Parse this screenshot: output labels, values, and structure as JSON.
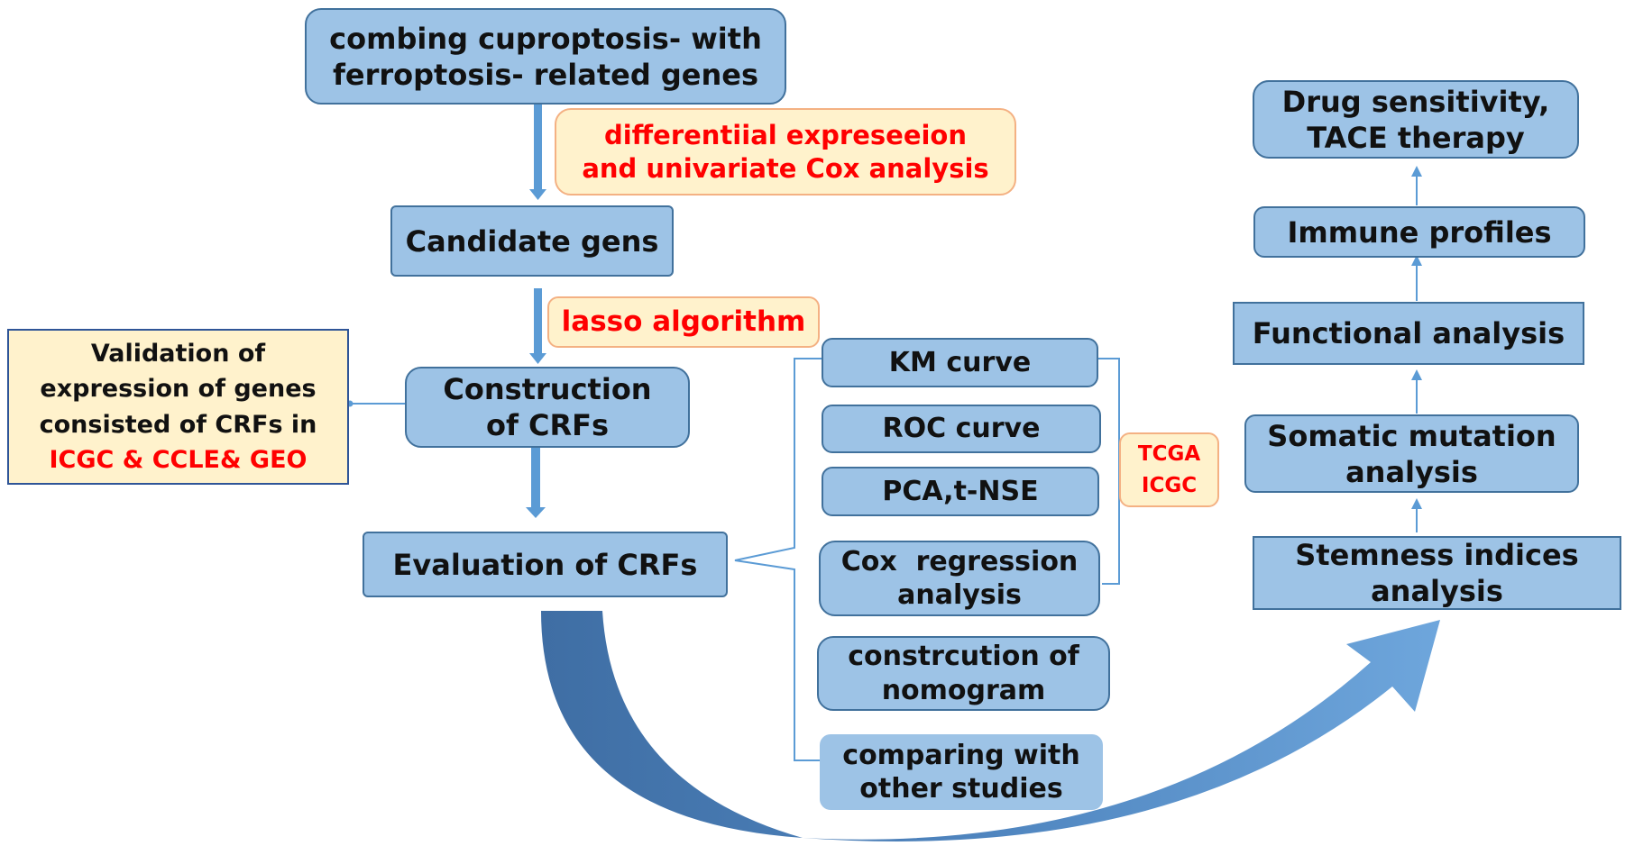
{
  "top": {
    "line1": "combing cuproptosis- with",
    "line2": "ferroptosis- related genes"
  },
  "diff_note": {
    "line1": "differentiial expreseeion",
    "line2": "and univariate Cox analysis"
  },
  "candidate": "Candidate gens",
  "lasso": "lasso algorithm",
  "construction": {
    "line1": "Construction",
    "line2": "of CRFs"
  },
  "validation": {
    "line1": "Validation of",
    "line2": "expression of genes",
    "line3": "consisted of CRFs in",
    "line4": "ICGC & CCLE& GEO"
  },
  "evaluation": "Evaluation of CRFs",
  "methods": {
    "km": "KM curve",
    "roc": "ROC curve",
    "pca": "PCA,t-NSE",
    "cox_line1": "Cox  regression",
    "cox_line2": "analysis",
    "nomo_line1": "constrcution of",
    "nomo_line2": "nomogram",
    "compare_line1": "comparing with",
    "compare_line2": "other studies"
  },
  "datasets": {
    "line1": "TCGA",
    "line2": "ICGC"
  },
  "right_chain": {
    "drug_line1": "Drug sensitivity,",
    "drug_line2": "TACE therapy",
    "immune": "Immune profiles",
    "functional": "Functional analysis",
    "somatic_line1": "Somatic mutation",
    "somatic_line2": "analysis",
    "stemness_line1": "Stemness indices",
    "stemness_line2": "analysis"
  },
  "colors": {
    "box_fill": "#9dc3e6",
    "box_border": "#41719c",
    "note_fill": "#fff2cc",
    "note_border": "#f4b183",
    "highlight_text": "#ff0000",
    "connector": "#5b9bd5",
    "big_arrow_dark": "#3f6ea4",
    "big_arrow_light": "#6ea6dc"
  },
  "icons": {
    "flow_arrow": "arrow-down",
    "chain_arrow": "arrow-up",
    "big_arrow": "curved-arrow"
  }
}
